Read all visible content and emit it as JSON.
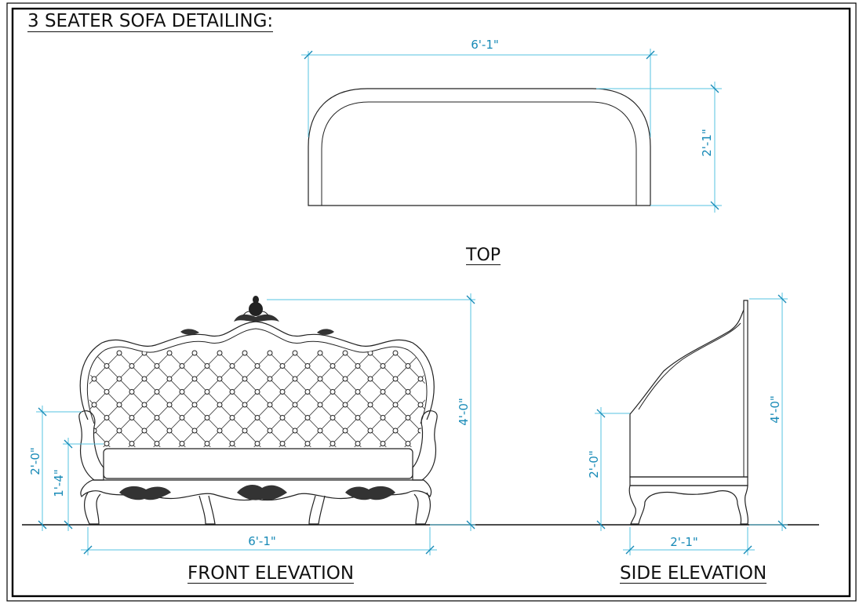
{
  "sheet": {
    "title": "3 SEATER SOFA DETAILING:",
    "colors": {
      "dimension_line": "#56c3e2",
      "dimension_text": "#1689b6",
      "linework": "#222222",
      "border": "#000000"
    }
  },
  "views": {
    "top": {
      "label": "TOP",
      "width_dim": "6'-1\"",
      "depth_dim": "2'-1\""
    },
    "front": {
      "label": "FRONT ELEVATION",
      "width_dim": "6'-1\"",
      "height_dim": "4'-0\"",
      "arm_dim": "2'-0\"",
      "seat_dim": "1'-4\""
    },
    "side": {
      "label": "SIDE ELEVATION",
      "depth_dim": "2'-1\"",
      "height_dim": "4'-0\"",
      "arm_dim": "2'-0\""
    }
  }
}
